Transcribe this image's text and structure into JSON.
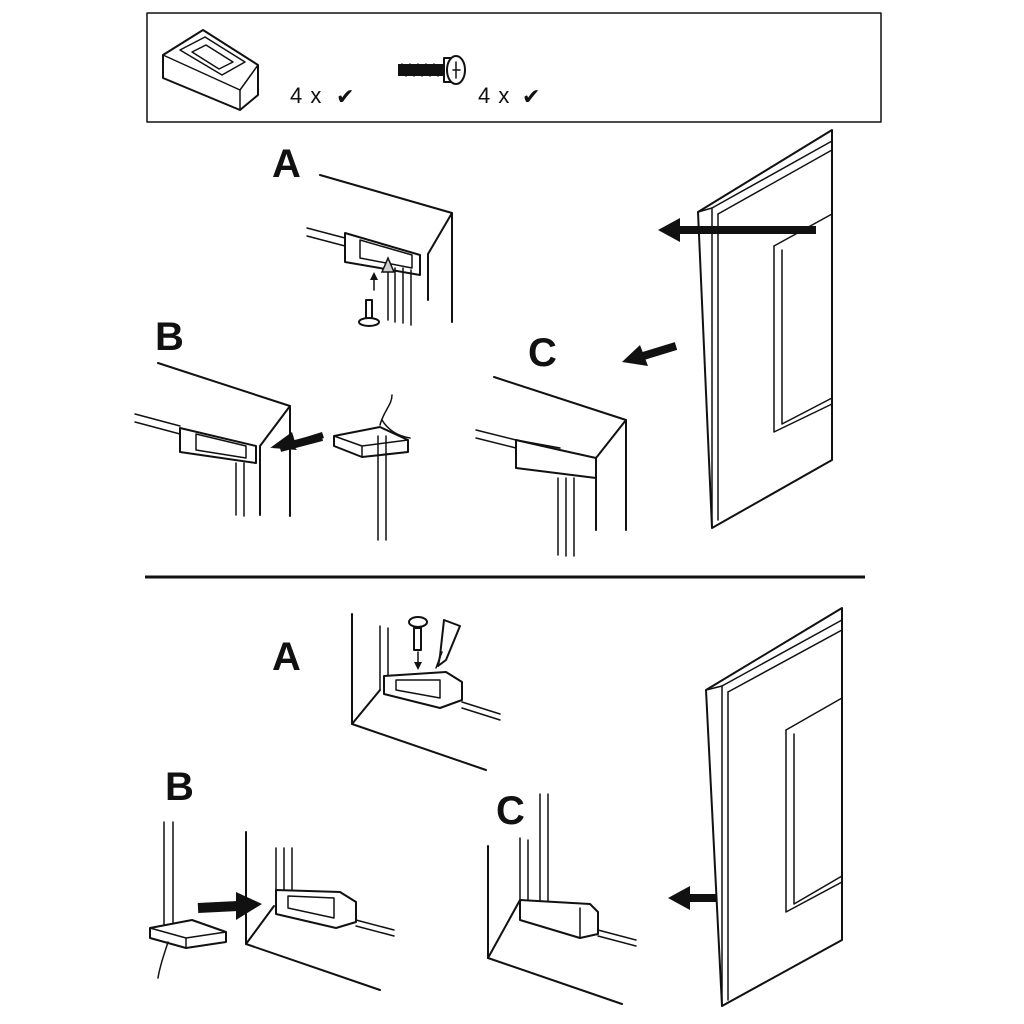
{
  "parts_box": {
    "items": [
      {
        "icon": "bracket-icon",
        "quantity": "4 x",
        "check": "✔"
      },
      {
        "icon": "screw-icon",
        "quantity": "4 x",
        "check": "✔"
      }
    ]
  },
  "top_section": {
    "steps": [
      {
        "label": "A"
      },
      {
        "label": "B"
      },
      {
        "label": "C"
      }
    ]
  },
  "bottom_section": {
    "steps": [
      {
        "label": "A"
      },
      {
        "label": "B"
      },
      {
        "label": "C"
      }
    ]
  }
}
